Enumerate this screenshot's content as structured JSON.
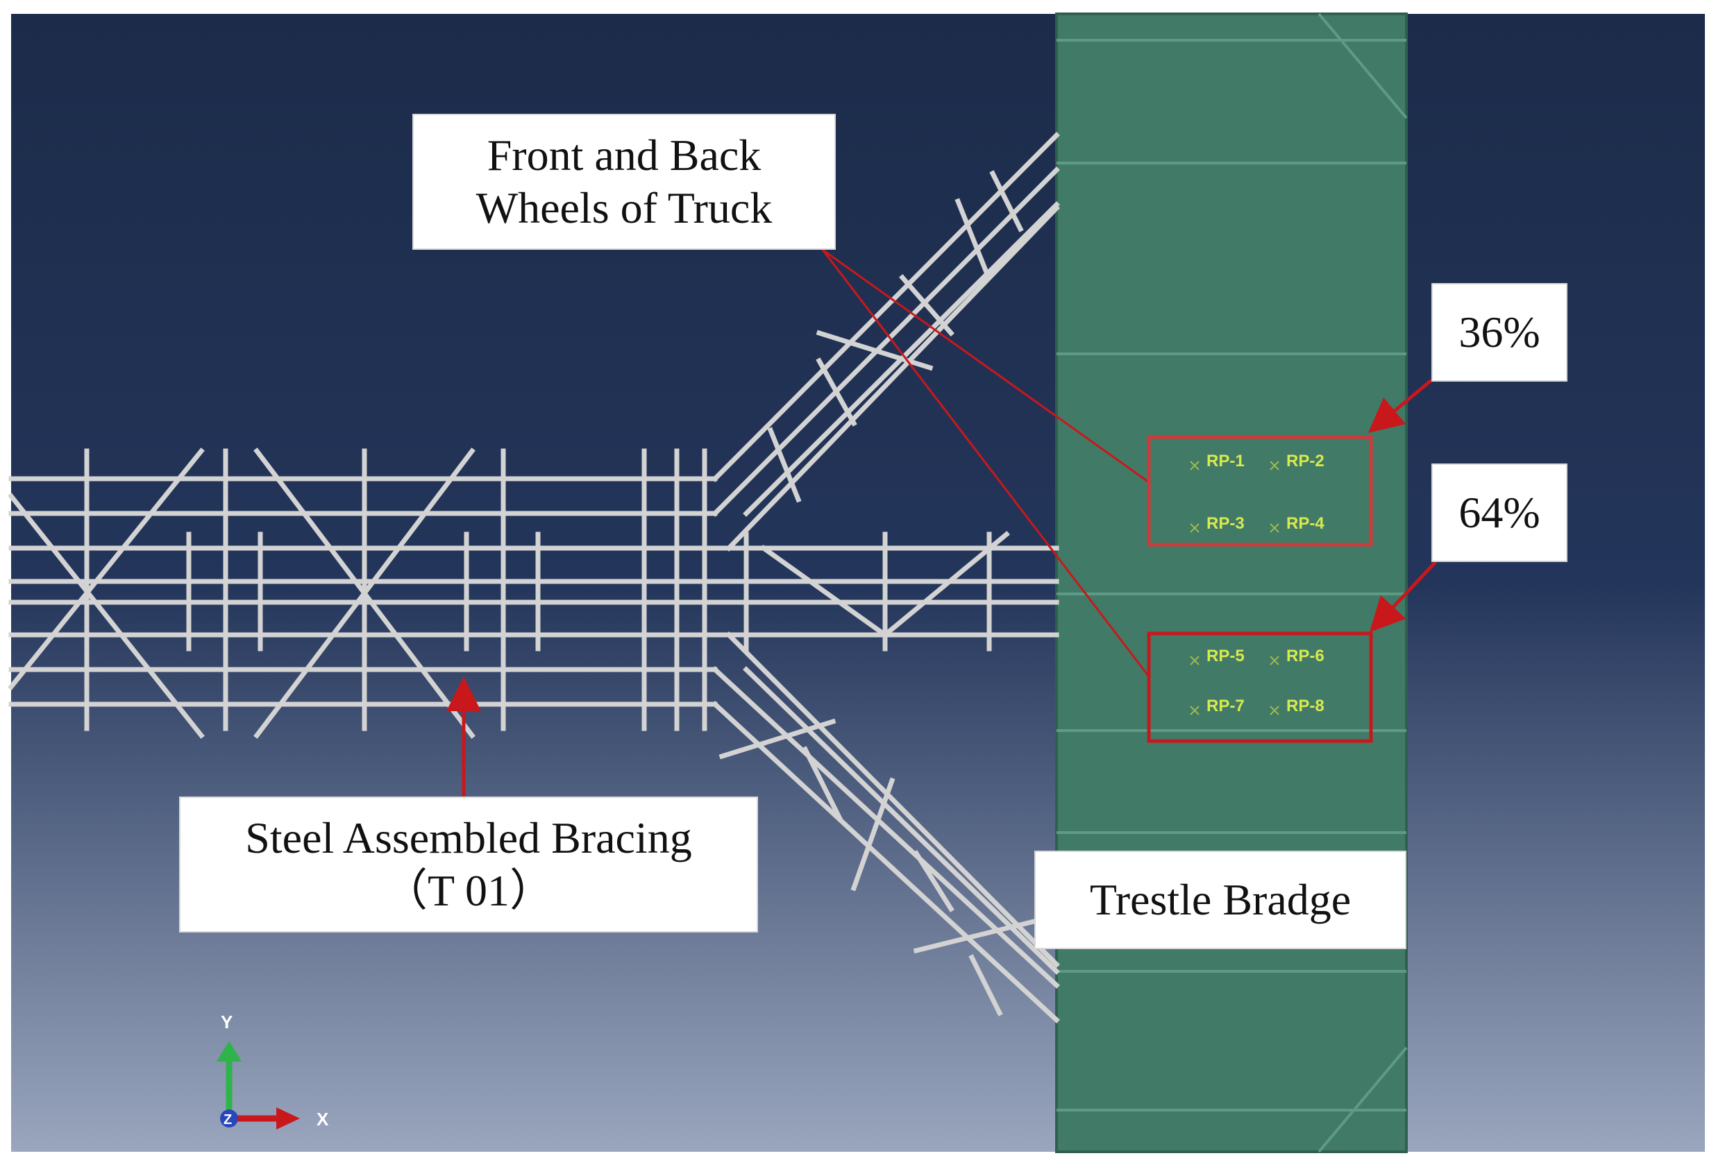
{
  "labels": {
    "truck_wheels_line1": "Front and Back",
    "truck_wheels_line2": "Wheels of Truck",
    "percent_top": "36%",
    "percent_bottom": "64%",
    "bracing_line1": "Steel Assembled Bracing",
    "bracing_line2": "（T 01）",
    "bridge": "Trestle Bradge"
  },
  "reference_points": {
    "top_group": [
      "RP-1",
      "RP-2",
      "RP-3",
      "RP-4"
    ],
    "bottom_group": [
      "RP-5",
      "RP-6",
      "RP-7",
      "RP-8"
    ]
  },
  "axes": {
    "y": "Y",
    "x": "X",
    "z": "Z"
  },
  "colors": {
    "background_top": "#1c2b49",
    "background_bottom": "#9aa6be",
    "bridge_fill": "#417b67",
    "members": "#d3d3d3",
    "annotation_red": "#c8181c",
    "rp_text": "#d9e94d",
    "axis_y": "#2fb34a",
    "axis_x": "#c8181c",
    "axis_z": "#2a47b8"
  },
  "icons": {
    "rp_marker": "rp-marker-icon",
    "axis_triad": "axis-triad-icon"
  }
}
